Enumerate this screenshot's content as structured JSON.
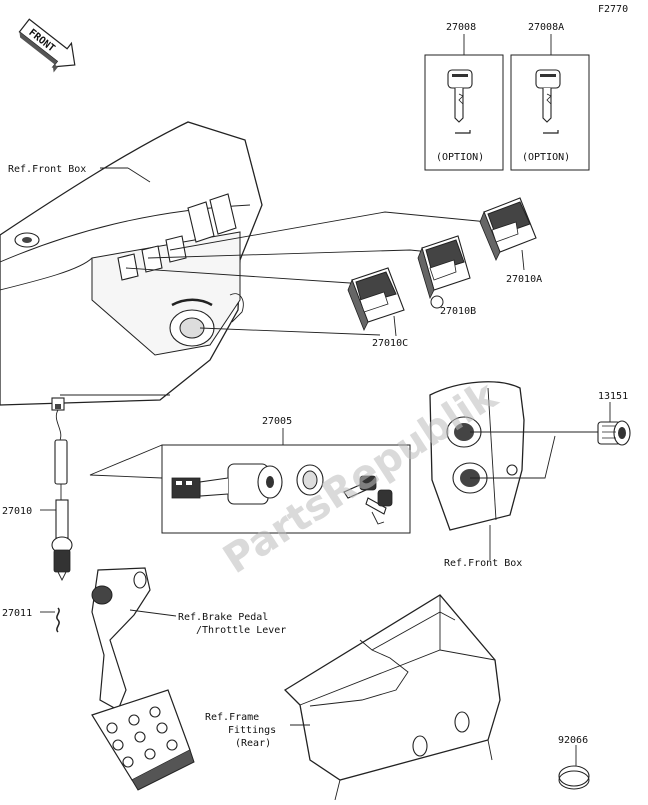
{
  "figure_code": "F2770",
  "front_marker": "FRONT",
  "watermark": "PartsRepublik",
  "option_label": "(OPTION)",
  "refs": {
    "front_box_top": "Ref.Front Box",
    "front_box_bottom": "Ref.Front Box",
    "brake_pedal_line1": "Ref.Brake Pedal",
    "brake_pedal_line2": "/Throttle Lever",
    "frame_line1": "Ref.Frame",
    "frame_line2": "Fittings",
    "frame_line3": "(Rear)"
  },
  "parts": [
    {
      "number": "27008"
    },
    {
      "number": "27008A"
    },
    {
      "number": "27010A"
    },
    {
      "number": "27010B"
    },
    {
      "number": "27010C"
    },
    {
      "number": "27005"
    },
    {
      "number": "13151"
    },
    {
      "number": "27010"
    },
    {
      "number": "27011"
    },
    {
      "number": "92066"
    }
  ]
}
